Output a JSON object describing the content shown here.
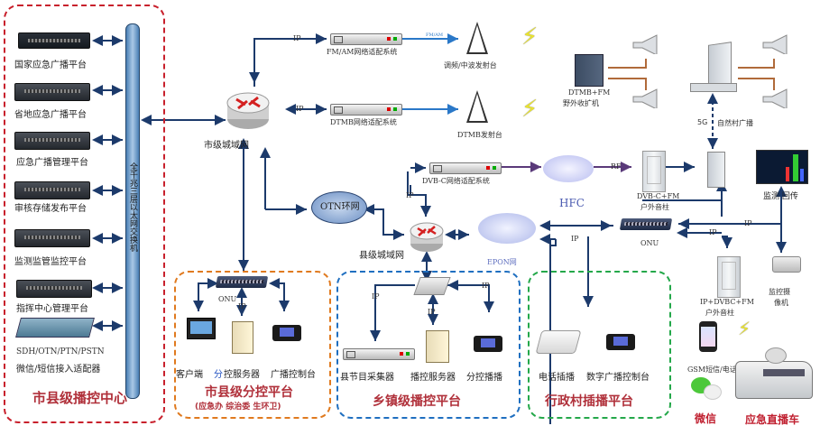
{
  "center": {
    "title": "市县级播控中心",
    "switch_label": "全千兆三层以太网交换机",
    "devices": [
      {
        "label": "国家应急广播平台"
      },
      {
        "label": "省地应急广播平台"
      },
      {
        "label": "应急广播管理平台"
      },
      {
        "label": "审核存储发布平台"
      },
      {
        "label": "监测监管监控平台"
      },
      {
        "label": "指挥中心管理平台"
      },
      {
        "label_line1": "SDH/OTN/PTN/PSTN",
        "label_line2": "微信/短信接入适配器"
      }
    ]
  },
  "network": {
    "city_metro": "市级城域网",
    "county_metro": "县级城域网",
    "otn": "OTN环网",
    "epon": "EPON网",
    "hfc": "HFC",
    "fm_am_adapter": "FM/AM网络适配系统",
    "dtmb_adapter": "DTMB网络适配系统",
    "dvbc_adapter": "DVB-C网络适配系统",
    "fm_am_link": "FM/AM",
    "fm_tower": "调频/中波发射台",
    "dtmb_tower": "DTMB发射台",
    "ip": "IP",
    "rf": "RF",
    "onu": "ONU"
  },
  "field": {
    "receiver_line1": "DTMB+FM",
    "receiver_line2": "野外收扩机",
    "five_g": "5G",
    "natural_village": "自然村广播",
    "dvbc_column_line1": "DVB-C+FM",
    "dvbc_column_line2": "户外音柱",
    "ip_column_line1": "IP+DVBC+FM",
    "ip_column_line2": "户外音柱",
    "monitor_return": "监测 回传",
    "camera_line1": "监控摄",
    "camera_line2": "像机",
    "gsm": "GSM短信/电话",
    "wechat": "微信",
    "vehicle": "应急直播车"
  },
  "city_sub": {
    "onu": "ONU",
    "ip": "IP",
    "client": "客户端",
    "server_prefix": "分",
    "server": "控服务器",
    "console": "广播控制台",
    "title": "市县级分控平台",
    "subtitle": "(应急办 综治委 生环卫)"
  },
  "town": {
    "ip": "IP",
    "collector": "县节目采集器",
    "server": "播控服务器",
    "console": "分控播播",
    "title": "乡镇级播控平台"
  },
  "village": {
    "phone": "电话插播",
    "console": "数字广播控制台",
    "title": "行政村插播平台"
  },
  "colors": {
    "center_border": "#c8202c",
    "city_sub_border": "#e07a1f",
    "town_border": "#1f6fc0",
    "village_border": "#24a84a",
    "title_red": "#b0303a",
    "line_blue": "#1c3a6b",
    "link_light_blue": "#2a78c8",
    "hfc_line": "#5a3a7a",
    "field_brown": "#b06a3a"
  }
}
